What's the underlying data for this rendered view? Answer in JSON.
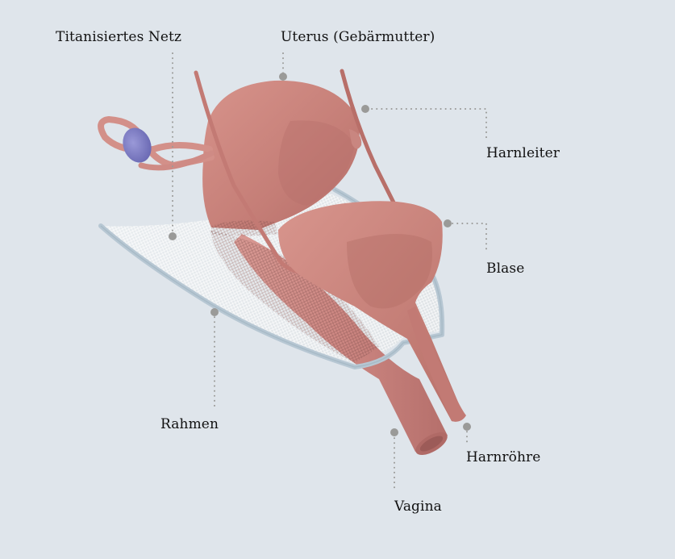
{
  "diagram": {
    "subject": "Female pelvic organs with titanized mesh implant",
    "background_color": "#dfe5eb",
    "marker_color": "#9a9a98",
    "tissue_color": "#c9827c",
    "ovary_color": "#7c7bc4",
    "frame_color": "#b7c7d3",
    "labels": [
      {
        "id": "titanisiertes-netz",
        "text": "Titanisiertes Netz"
      },
      {
        "id": "uterus",
        "text": "Uterus (Gebärmutter)"
      },
      {
        "id": "harnleiter",
        "text": "Harnleiter"
      },
      {
        "id": "blase",
        "text": "Blase"
      },
      {
        "id": "rahmen",
        "text": "Rahmen"
      },
      {
        "id": "harnroehre",
        "text": "Harnröhre"
      },
      {
        "id": "vagina",
        "text": "Vagina"
      }
    ]
  }
}
